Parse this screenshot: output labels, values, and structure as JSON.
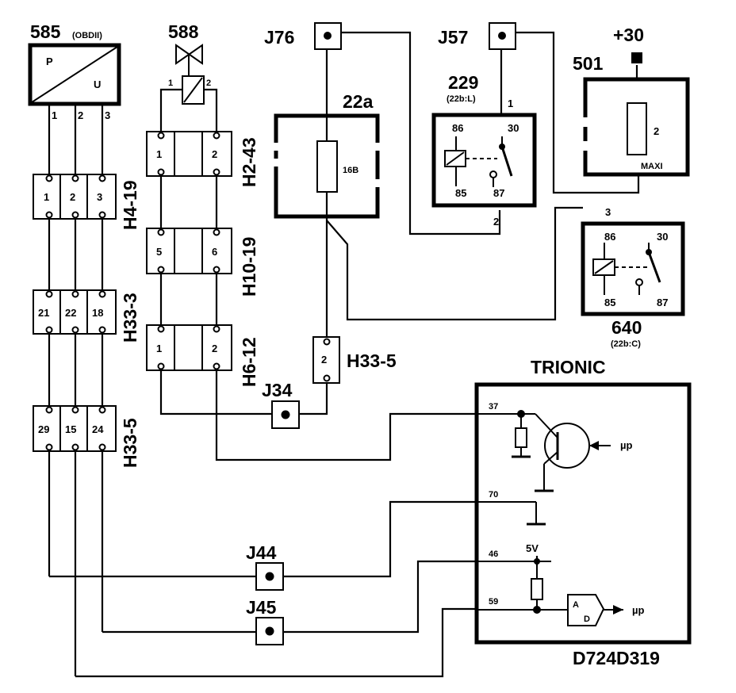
{
  "components": {
    "obd": {
      "id": "585",
      "sub": "(OBDII)",
      "p": "P",
      "u": "U",
      "pins": [
        "1",
        "2",
        "3"
      ]
    },
    "valve": {
      "id": "588",
      "pins": [
        "1",
        "2"
      ]
    },
    "fusebox": {
      "id": "22a",
      "fuse": "16B"
    },
    "relay229": {
      "id": "229",
      "sub": "(22b:L)",
      "pin_in": "1",
      "pin_out": "2",
      "t86": "86",
      "t30": "30",
      "t85": "85",
      "t87": "87"
    },
    "relay640": {
      "id": "640",
      "sub": "(22b:C)",
      "pin_in": "3",
      "t86": "86",
      "t30": "30",
      "t85": "85",
      "t87": "87"
    },
    "maxi": {
      "id": "501",
      "supply": "+30",
      "pin": "2",
      "label": "MAXI"
    },
    "trionic": {
      "title": "TRIONIC",
      "code": "D724D319",
      "p37": "37",
      "p70": "70",
      "p46": "46",
      "p59": "59",
      "v5": "5V",
      "up1": "µp",
      "up2": "µp",
      "gate_a": "A",
      "gate_d": "D"
    }
  },
  "junctions": {
    "j76": "J76",
    "j57": "J57",
    "j34": "J34",
    "j44": "J44",
    "j45": "J45"
  },
  "connectors": {
    "h4_19": {
      "name": "H4-19",
      "pins": [
        "1",
        "2",
        "3"
      ]
    },
    "h33_3": {
      "name": "H33-3",
      "pins": [
        "21",
        "22",
        "18"
      ]
    },
    "h33_5a": {
      "name": "H33-5",
      "pins": [
        "29",
        "15",
        "24"
      ]
    },
    "h2_43": {
      "name": "H2-43",
      "pins": [
        "1",
        "2"
      ]
    },
    "h10_19": {
      "name": "H10-19",
      "pins": [
        "5",
        "6"
      ]
    },
    "h6_12": {
      "name": "H6-12",
      "pins": [
        "1",
        "2"
      ]
    },
    "h33_5b": {
      "name": "H33-5",
      "pin": "2"
    }
  }
}
